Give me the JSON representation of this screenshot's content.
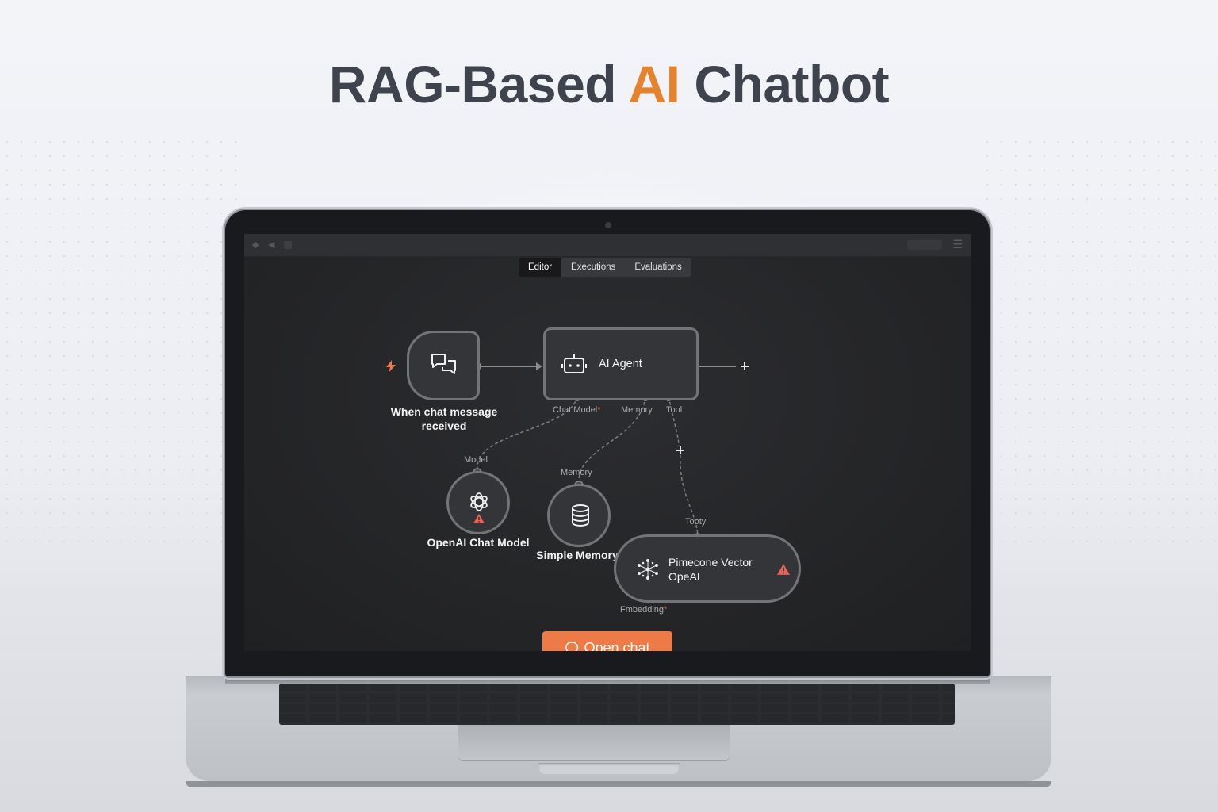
{
  "headline": {
    "part1": "RAG-Based ",
    "accent": "AI",
    "part2": " Chatbot"
  },
  "colors": {
    "accent": "#e4822e",
    "button": "#ed7a47",
    "warning": "#e86356",
    "canvas": "#2b2c2f"
  },
  "app": {
    "tabs": [
      {
        "label": "Editor",
        "active": true
      },
      {
        "label": "Executions"
      },
      {
        "label": "Evaluations"
      }
    ],
    "nodes": {
      "trigger": {
        "label_line1": "When chat message",
        "label_line2": "received",
        "icon": "chat-bubbles-icon"
      },
      "agent": {
        "label": "AI Agent",
        "icon": "robot-icon",
        "ports": {
          "chat_model": "Chat Model",
          "required_mark": "*",
          "memory": "Memory",
          "tool": "Tool"
        }
      },
      "openai": {
        "label": "OpenAI Chat Model",
        "port": "Model",
        "icon": "openai-icon",
        "warning": true
      },
      "memory": {
        "label": "Simple Memory",
        "port": "Memory",
        "icon": "database-icon"
      },
      "pinecone": {
        "label_line1": "Pimecone Vector",
        "label_line2": "OpeAI",
        "port_top": "Tooty",
        "port_bottom": "Fmbedding",
        "required_mark": "*",
        "icon": "pinecone-icon",
        "warning": true
      }
    },
    "open_chat": "Open chat"
  }
}
